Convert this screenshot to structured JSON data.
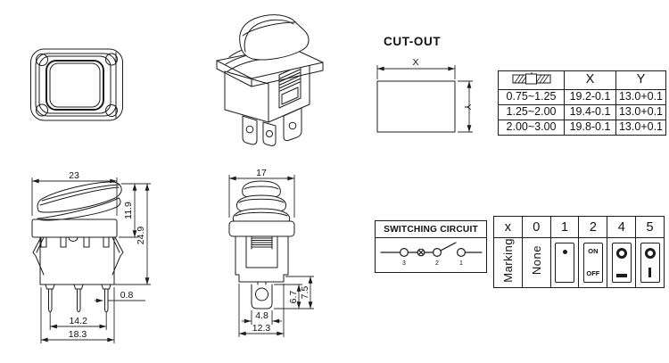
{
  "palette": {
    "line_color": "#1c1c1c",
    "background": "#ffffff"
  },
  "cutout": {
    "title": "CUT-OUT",
    "x_label": "X",
    "y_label": "Y"
  },
  "panel_table": {
    "thickness_icon": "panel-thickness-hatch-icon",
    "col_x": "X",
    "col_y": "Y",
    "rows": [
      {
        "thickness": "0.75~1.25",
        "x": "19.2-0.1",
        "y": "13.0+0.1"
      },
      {
        "thickness": "1.25~2.00",
        "x": "19.4-0.1",
        "y": "13.0+0.1"
      },
      {
        "thickness": "2.00~3.00",
        "x": "19.8-0.1",
        "y": "13.0+0.1"
      }
    ]
  },
  "side_view": {
    "dims": {
      "top_width": "23",
      "rocker_height": "11.9",
      "total_height": "24.9",
      "pin_thickness": "0.8",
      "pin_pitch": "14.2",
      "body_width": "18.3"
    }
  },
  "front_view": {
    "dims": {
      "top_width": "17",
      "terminal_exposed": "6.7",
      "terminal_total": "7.5",
      "terminal_width": "4.8",
      "base_width": "12.3"
    }
  },
  "switching_circuit": {
    "title": "SWITCHING CIRCUIT",
    "terminals": [
      "3",
      "2",
      "1"
    ],
    "lamp_icon": "lamp-indicator-symbol"
  },
  "marking_table": {
    "headers": [
      "x",
      "0",
      "1",
      "2",
      "4",
      "5"
    ],
    "row_label": "Marking",
    "col0_value": "None",
    "col1_mark": "dot-icon",
    "col2_top": "ON",
    "col2_bottom": "OFF",
    "col4_marks": [
      "o-ring-icon",
      "horizontal-bar-icon"
    ],
    "col5_marks": [
      "o-ring-icon",
      "vertical-bar-icon"
    ]
  }
}
